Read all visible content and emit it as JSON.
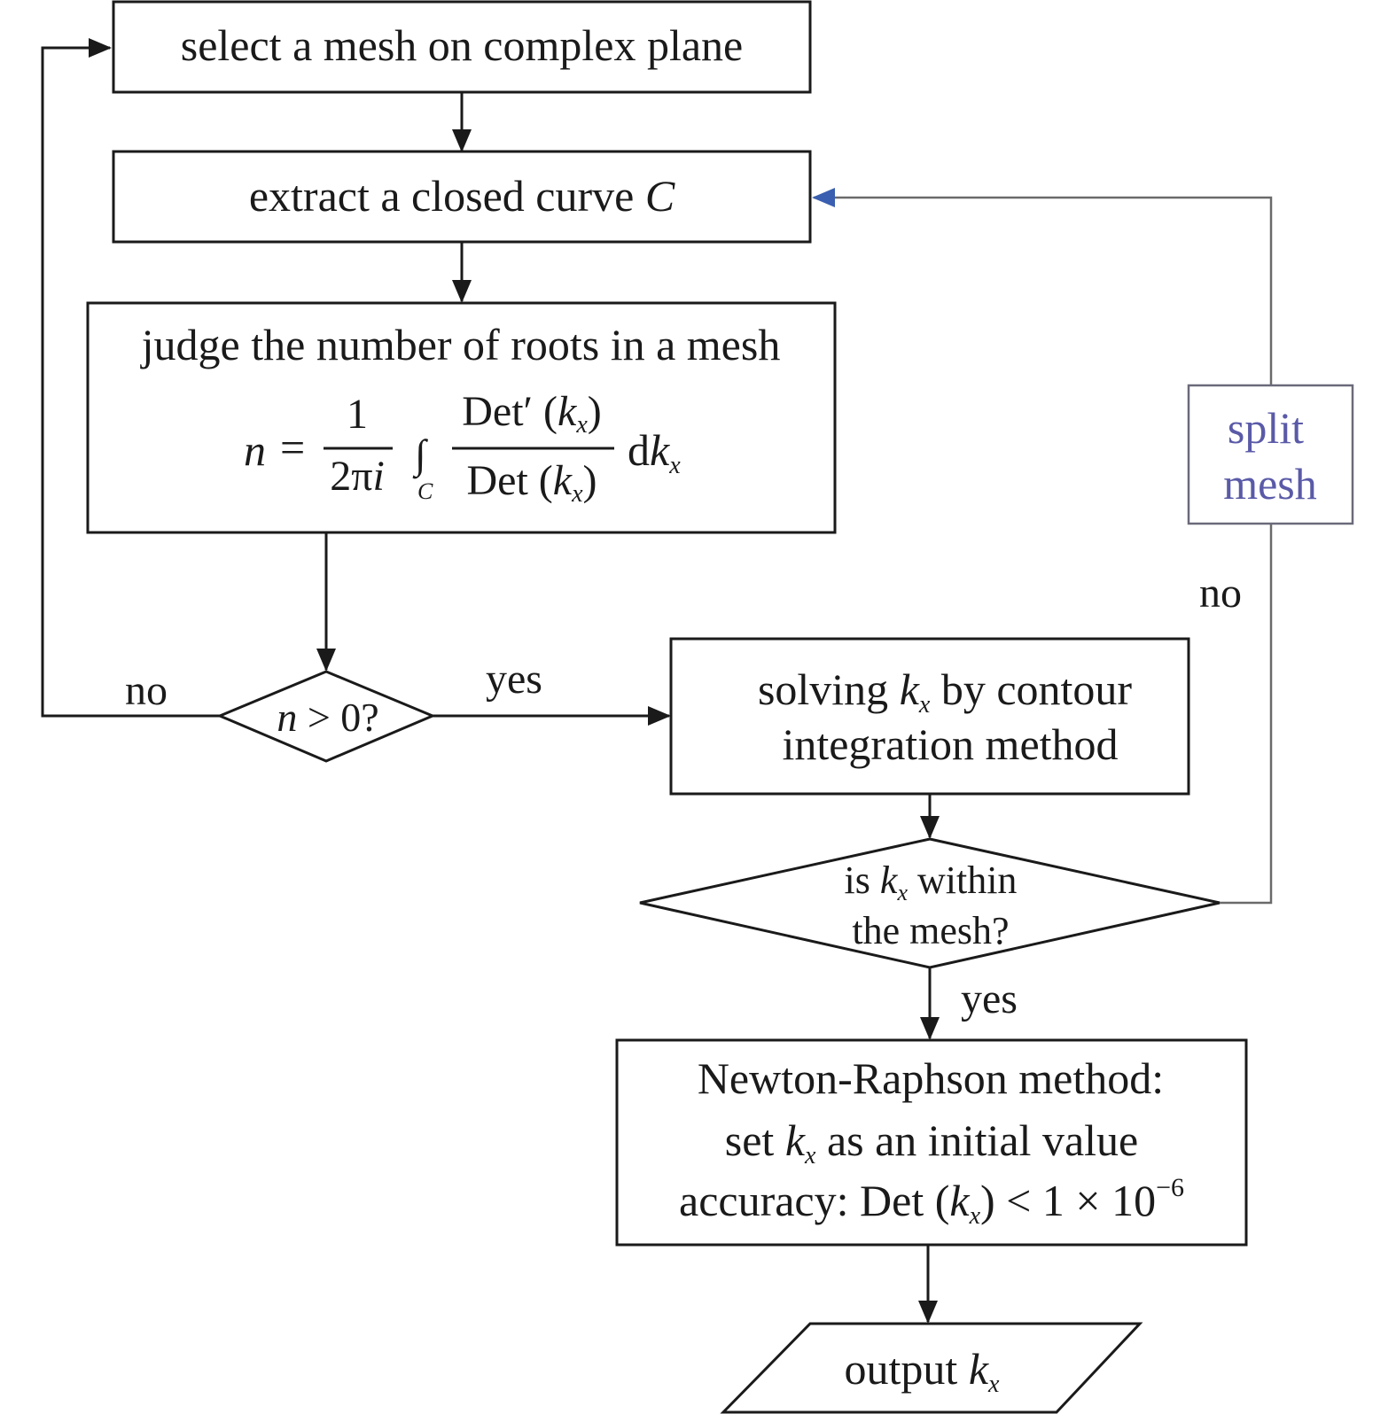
{
  "nodes": {
    "select_mesh": "select a mesh on complex plane",
    "extract_curve": {
      "text": "extract a closed curve ",
      "var": "C"
    },
    "judge": {
      "title": "judge the number of roots in a mesh",
      "lhs": "n",
      "eq": "=",
      "one": "1",
      "two_pi": "2π",
      "i": "i",
      "integral": "∫",
      "contour": "C",
      "num_prefix": "Det′ (",
      "den_prefix": "Det (",
      "k": "k",
      "sub_x": "x",
      "close": ")",
      "d": "d"
    },
    "decision_n": {
      "var": "n",
      "text": " > 0?"
    },
    "solving": {
      "line1_a": "solving ",
      "k": "k",
      "sub_x": "x",
      "line1_b": " by contour",
      "line2": "integration method"
    },
    "decision_within": {
      "line1_a": "is ",
      "k": "k",
      "sub_x": "x",
      "line1_b": " within",
      "line2": "the mesh?"
    },
    "newton": {
      "line1": "Newton-Raphson method:",
      "line2_a": "set ",
      "k": "k",
      "sub_x": "x",
      "line2_b": " as an initial value",
      "line3_a": "accuracy: Det (",
      "line3_b": ") < 1 × 10",
      "exp": "−6"
    },
    "output": {
      "text": "output ",
      "k": "k",
      "sub_x": "x"
    },
    "split_mesh": {
      "line1": "split",
      "line2": "mesh"
    }
  },
  "edge_labels": {
    "no_left": "no",
    "yes_right": "yes",
    "no_right": "no",
    "yes_down": "yes"
  },
  "colors": {
    "stroke": "#1a1a1a",
    "feedback_line": "#6a6a6a",
    "feedback_arrow": "#3a5fb0",
    "split_text": "#5a5aa8"
  }
}
